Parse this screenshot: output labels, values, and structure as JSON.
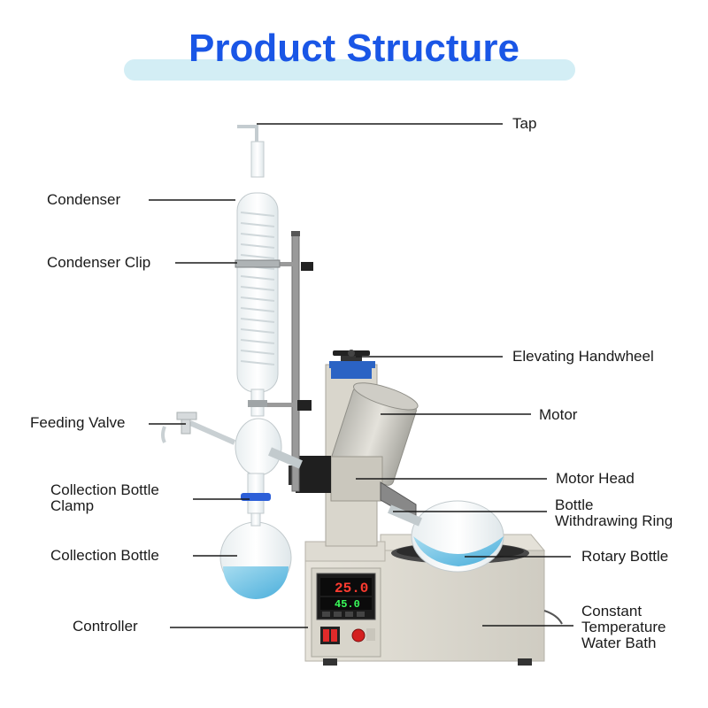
{
  "title": "Product Structure",
  "labels": {
    "tap": "Tap",
    "condenser": "Condenser",
    "condenser_clip": "Condenser Clip",
    "elevating_handwheel": "Elevating Handwheel",
    "motor": "Motor",
    "feeding_valve": "Feeding Valve",
    "motor_head": "Motor Head",
    "collection_bottle_clamp_1": "Collection Bottle",
    "collection_bottle_clamp_2": "Clamp",
    "bottle_withdrawing_ring_1": "Bottle",
    "bottle_withdrawing_ring_2": "Withdrawing Ring",
    "collection_bottle": "Collection Bottle",
    "rotary_bottle": "Rotary Bottle",
    "controller": "Controller",
    "water_bath_1": "Constant",
    "water_bath_2": "Temperature",
    "water_bath_3": "Water Bath"
  },
  "display": {
    "pv": "25.0",
    "sv": "45.0"
  },
  "colors": {
    "title": "#1a56e6",
    "title_band": "#d3eef5",
    "body": "#d9d6cc",
    "liquid": "#7cc6e6",
    "display_red": "#ff3b30",
    "display_green": "#39ff5a"
  }
}
